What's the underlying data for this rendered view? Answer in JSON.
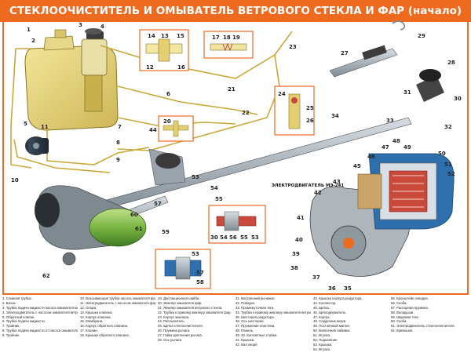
{
  "title": "СТЕКЛООЧИСТИТЕЛЬ И ОМЫВАТЕЛЬ ВЕТРОВОГО СТЕКЛА И ФАР (начало)",
  "motor_label": "ЭЛЕКТРОДВИГАТЕЛЬ МЭ-241",
  "colors": {
    "accent": "#ee6a1f",
    "tank": "#e3d27a",
    "pipe": "#c9a83a",
    "motor": "#2e6fae",
    "rotor": "#c94a3a",
    "metal": "#9aa3ab"
  },
  "callouts": {
    "c1": "1",
    "c2": "2",
    "c3": "3",
    "c4": "4",
    "c5": "5",
    "c6": "6",
    "c7": "7",
    "c8": "8",
    "c9": "9",
    "c10": "10",
    "c11": "11",
    "c12": "12",
    "c13": "13",
    "c14": "14",
    "c15": "15",
    "c16": "16",
    "c17": "17",
    "c18": "18",
    "c19": "19",
    "c20": "20",
    "c21": "21",
    "c22": "22",
    "c23": "23",
    "c24": "24",
    "c25": "25",
    "c26": "26",
    "c27": "27",
    "c28": "28",
    "c29": "29",
    "c30": "30",
    "c31": "31",
    "c32": "32",
    "c33": "33",
    "c34": "34",
    "c35": "35",
    "c36": "36",
    "c37": "37",
    "c38": "38",
    "c39": "39",
    "c40": "40",
    "c41": "41",
    "c42": "42",
    "c43": "43",
    "c44": "44",
    "c45": "45",
    "c46": "46",
    "c47": "47",
    "c48": "48",
    "c49": "49",
    "c50": "50",
    "c51": "51",
    "c52": "52",
    "c53": "53",
    "c54": "54",
    "c55": "55",
    "c56": "56",
    "c57": "57",
    "c58": "58",
    "c59": "59",
    "c60": "60",
    "c61": "61",
    "c62": "62"
  },
  "inset_numbers": {
    "n30": "30",
    "n54": "54",
    "n56": "56",
    "n55": "55",
    "n53": "53",
    "n14": "14",
    "n13": "13",
    "n15": "15",
    "n12": "12",
    "n16": "16",
    "n17": "17",
    "n18": "18",
    "n19": "19",
    "n20": "20",
    "n24": "24",
    "n25": "25",
    "n26": "26",
    "n57": "57",
    "n58": "58",
    "n53b": "53"
  },
  "legend": [
    [
      "1. Сливная трубка.",
      "2. Бачок.",
      "3. Трубка подачи жидкости насоса омывателя ветрового стекла.",
      "4. Электродвигатель с насосом омывателя ветрового стекла.",
      "5. Обратный клапан.",
      "6. Трубка подачи жидкости.",
      "7. Тройник.",
      "8. Трубка подачи жидкости от насоса омывателя фар.",
      "9. Тройник."
    ],
    [
      "10. Всасывающая трубка насоса омывателя фар.",
      "11. Электродвигатель с насосом омывателя фар.",
      "12. Опора.",
      "13. Крышка клапана.",
      "14. Корпус клапана.",
      "15. Мембрана.",
      "16. Корпус обратного клапана.",
      "17. Клапан.",
      "18. Крышка обратного клапана."
    ],
    [
      "19. Дистанционная шайба.",
      "20. Жиклер омывателя фар.",
      "21. Жиклер омывателя ветрового стекла.",
      "22. Трубка к правому жиклеру омывателя фар.",
      "23. Корпус жиклера.",
      "24. Распылитель.",
      "25. Щетка стеклоочистителя.",
      "26. Пружина рычага.",
      "27. Гайка крепления рычага.",
      "28. Ось рычага."
    ],
    [
      "31. Внутренний рычажок.",
      "32. Поводок.",
      "33. Промежуточная тяга.",
      "34. Трубка к правому жиклеру омывателя ветрового стекла.",
      "35. Шестерня редуктора.",
      "36. Ось шестерни.",
      "37. Пружинная пластина.",
      "38. Панель.",
      "39. 40. Контактные стойки.",
      "41. Крышка.",
      "42. Вал якоря."
    ],
    [
      "43. Крышка корпуса редуктора.",
      "44. Коллектор.",
      "45. Щетка.",
      "46. Щеткодержатель.",
      "47. Корпус.",
      "48. Сердечник якоря.",
      "49. Постоянный магнит.",
      "50. Войлочная набивка.",
      "51. Втулка.",
      "52. Подшипник.",
      "53. Крышка.",
      "54. Втулка."
    ],
    [
      "55. Кронштейн поводка.",
      "56. Скоба.",
      "57. Распорная пружина.",
      "58. Вкладыши.",
      "59. Шаровая тяга.",
      "60. Скоба.",
      "61. Электродвигатель стеклоочистителя.",
      "62. Кривошип."
    ]
  ]
}
